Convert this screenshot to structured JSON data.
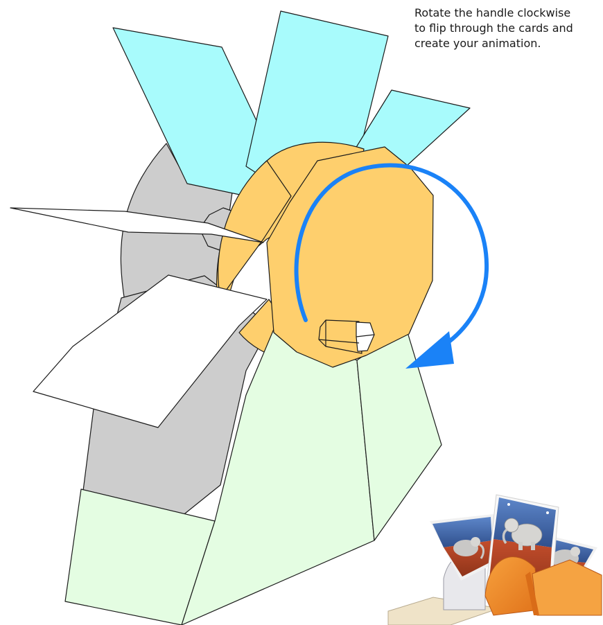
{
  "instruction": {
    "lines": [
      "Rotate the handle clockwise",
      "to flip through the cards and",
      "create your animation."
    ]
  },
  "colors": {
    "card_front": "#a8fbfc",
    "card_blank": "#ffffff",
    "wheel": "#fecf6d",
    "side_panel": "#cdcdcd",
    "base": "#e4fde2",
    "arrow": "#1a82f7",
    "outline": "#1a1a1a",
    "photo_orange": "#ef8a2a",
    "photo_card_blue": "#3d5f9c",
    "photo_card_red": "#b5452b"
  },
  "icons": {
    "rotation": "clockwise-arrow-icon",
    "handle": "crank-handle-icon"
  }
}
